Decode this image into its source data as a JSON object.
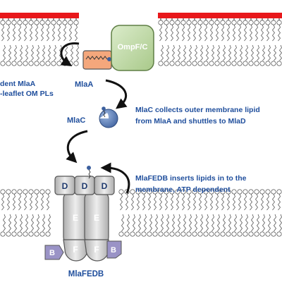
{
  "labels": {
    "ompfc": "OmpF/C",
    "mlaa": "MlaA",
    "left_text_line1": "dent MlaA",
    "left_text_line2": "-leaflet OM PLs",
    "mlac": "MlaC",
    "mlac_desc_line1": "MlaC collects outer membrane lipid",
    "mlac_desc_line2": "from MlaA and shuttles to MlaD",
    "mlafedb_desc_line1": "MlaFEDB inserts lipids in to the",
    "mlafedb_desc_line2": "membrane, ATP dependent",
    "d1": "D",
    "d2": "D",
    "d3": "D",
    "e1": "E",
    "e2": "E",
    "f1": "F",
    "f2": "F",
    "b1": "B",
    "b2": "B",
    "mlafedb": "MlaFEDB"
  },
  "colors": {
    "lps_red": "#e8181b",
    "text_blue": "#1f4e9c",
    "ompfc_fill": "#c9dfb3",
    "ompfc_stroke": "#6a8a4c",
    "mlaa_fill": "#f4a77c",
    "mlac_fill": "#5b7fb8",
    "protein_gray": "#d8d8d8",
    "b_purple": "#9a93c6"
  }
}
